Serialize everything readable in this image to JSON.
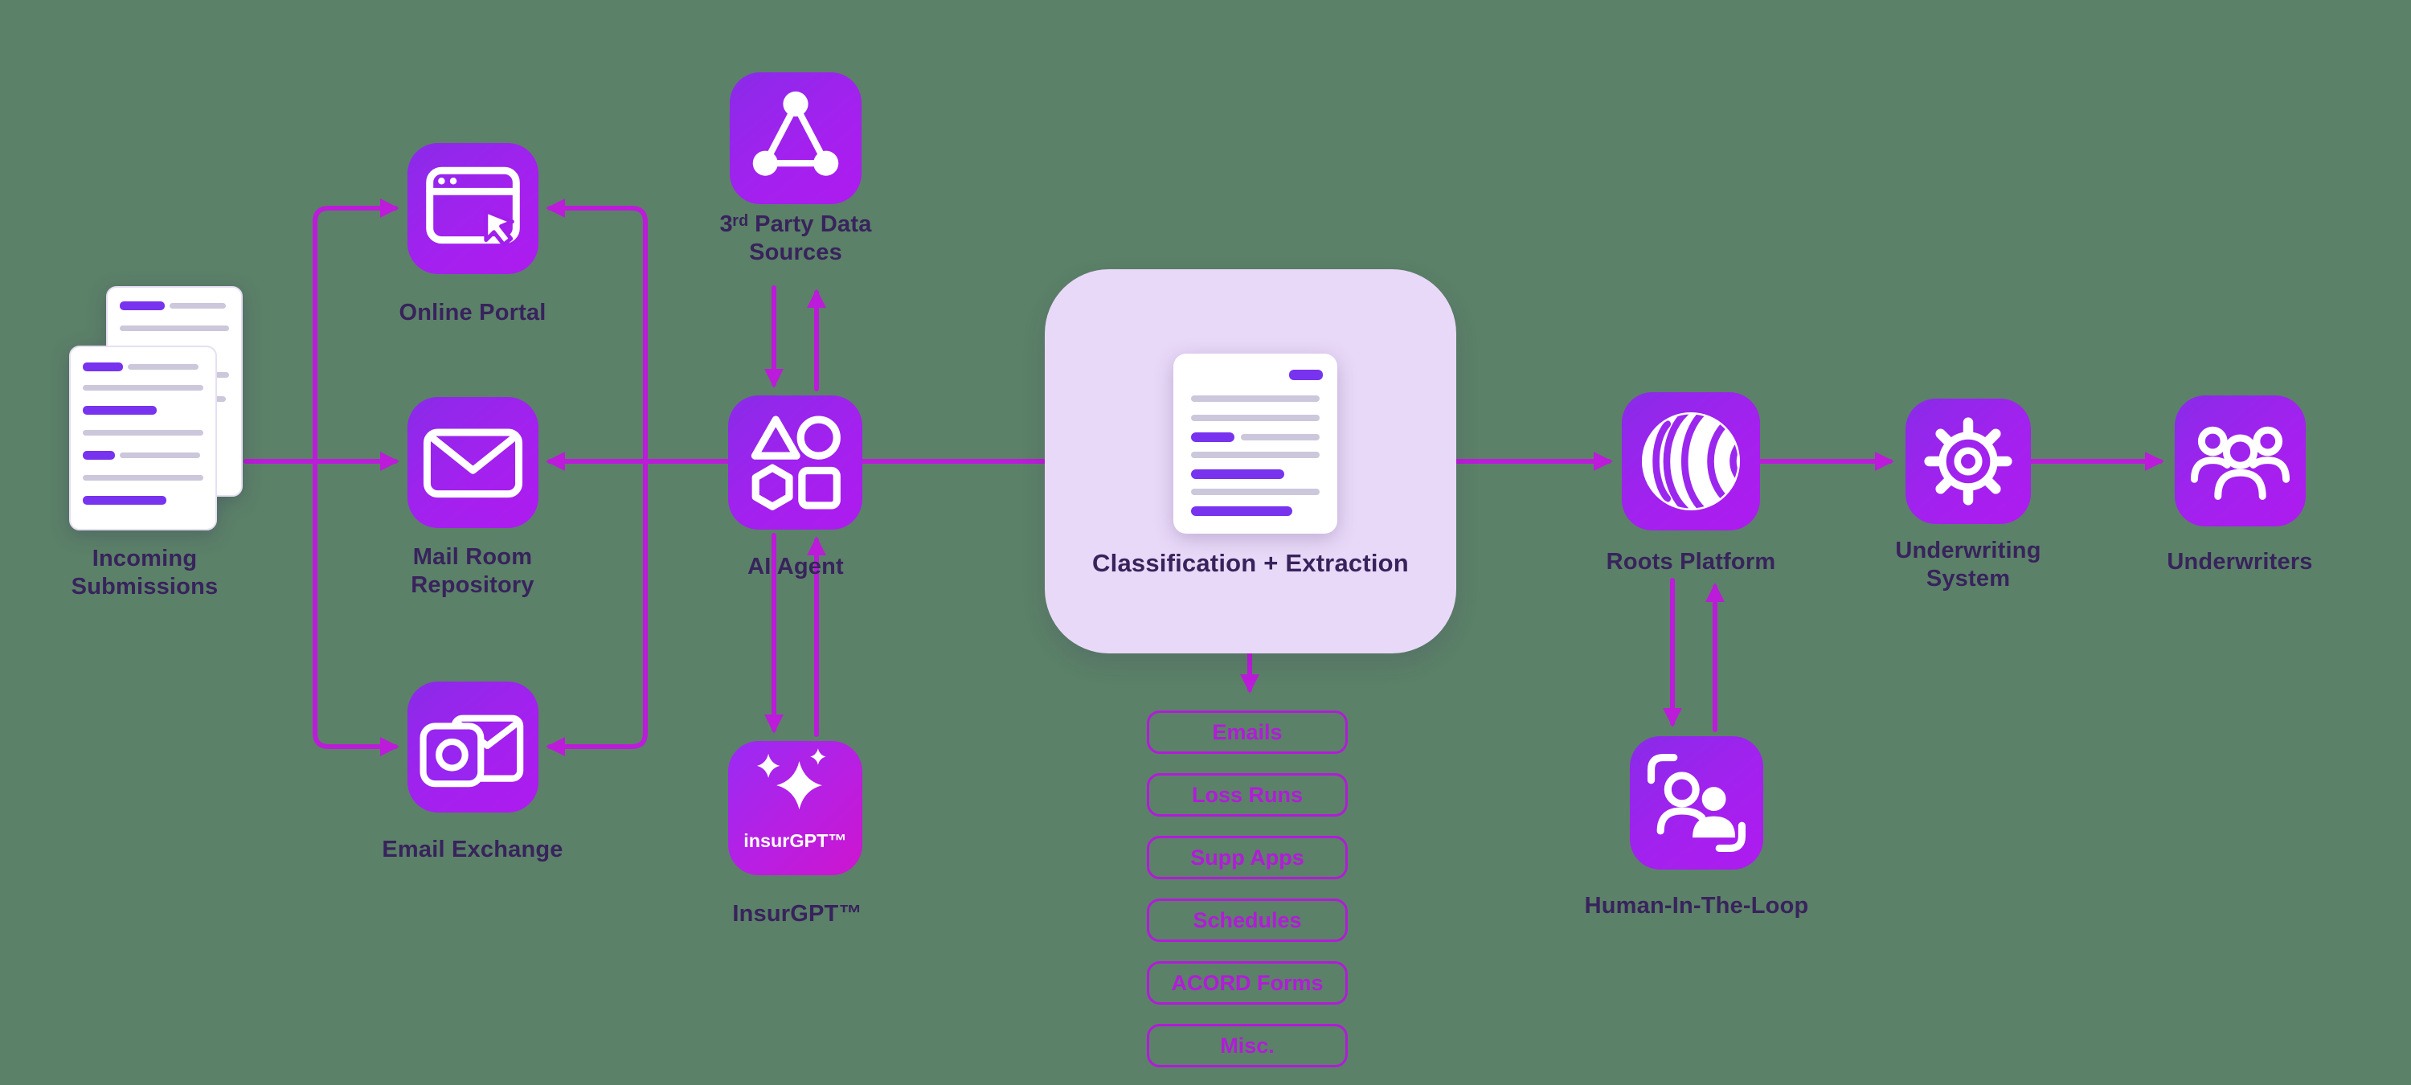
{
  "diagram": {
    "background_color": "#5B8168",
    "arrow_color": "#BC1BD9",
    "tile_gradient": [
      "#8A2BE9",
      "#AE1BEF"
    ],
    "insurgpt_gradient": [
      "#9A2BF5",
      "#CD15CF"
    ],
    "panel_color": "#E9D9F8",
    "label_color": "#38235C",
    "chip_color": "#B21BD8"
  },
  "nodes": {
    "incoming_submissions": {
      "label": "Incoming Submissions",
      "icon": "document-stack-icon"
    },
    "online_portal": {
      "label": "Online Portal",
      "icon": "browser-icon"
    },
    "mail_room": {
      "label": "Mail Room Repository",
      "icon": "envelope-icon"
    },
    "email_exchange": {
      "label": "Email Exchange",
      "icon": "outlook-mail-icon"
    },
    "third_party": {
      "label": "3ʳᵈ Party Data Sources",
      "icon": "share-nodes-icon"
    },
    "ai_agent": {
      "label": "AI Agent",
      "icon": "shapes-icon"
    },
    "insurgpt": {
      "label": "InsurGPT™",
      "tile_text": "insurGPT™",
      "icon": "sparkles-icon"
    },
    "classification": {
      "label": "Classification + Extraction",
      "icon": "document-icon"
    },
    "roots_platform": {
      "label": "Roots Platform",
      "icon": "wave-sphere-icon"
    },
    "hitl": {
      "label": "Human-In-The-Loop",
      "icon": "people-frame-icon"
    },
    "underwriting_system": {
      "label": "Underwriting System",
      "icon": "gear-icon"
    },
    "underwriters": {
      "label": "Underwriters",
      "icon": "people-group-icon"
    }
  },
  "doc_types": [
    "Emails",
    "Loss Runs",
    "Supp Apps",
    "Schedules",
    "ACORD Forms",
    "Misc."
  ]
}
